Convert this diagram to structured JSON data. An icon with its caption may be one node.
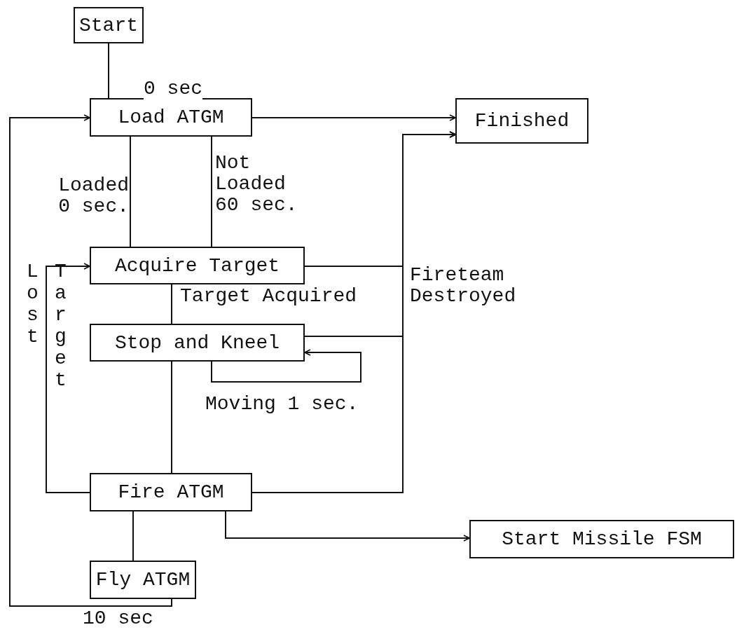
{
  "diagram": {
    "nodes": [
      {
        "text": [
          "Start"
        ]
      },
      {
        "text": [
          "Load ATGM"
        ]
      },
      {
        "text": [
          "Finished"
        ]
      },
      {
        "text": [
          "Acquire Target"
        ]
      },
      {
        "text": [
          "Stop and Kneel"
        ]
      },
      {
        "text": [
          "Fire ATGM"
        ]
      },
      {
        "text": [
          "Start Missile FSM"
        ]
      },
      {
        "text": [
          "Fly ATGM"
        ]
      }
    ],
    "edges": [
      {
        "from": 0,
        "to": 1,
        "arrow": "none",
        "label": "0 sec"
      },
      {
        "from": 1,
        "to": 2,
        "arrow": "to"
      },
      {
        "from": 1,
        "to": 3,
        "arrow": "none",
        "label": "Loaded 0 sec."
      },
      {
        "from": 1,
        "to": 3,
        "arrow": "none",
        "label": "Not Loaded 60 sec."
      },
      {
        "from": 3,
        "to": 4,
        "arrow": "none",
        "label": "Target Acquired"
      },
      {
        "from": 4,
        "to": 4,
        "arrow": "to",
        "label": "Moving 1 sec."
      },
      {
        "from": 4,
        "to": 5,
        "arrow": "none"
      },
      {
        "from": 5,
        "to": 3,
        "arrow": "to",
        "label": "Lost Target"
      },
      {
        "from": 5,
        "to": 2,
        "arrow": "to",
        "label": "Fireteam Destroyed"
      },
      {
        "from": 3,
        "to": 2,
        "arrow": "to"
      },
      {
        "from": 4,
        "to": 2,
        "arrow": "to"
      },
      {
        "from": 5,
        "to": 6,
        "arrow": "to"
      },
      {
        "from": 5,
        "to": 7,
        "arrow": "none"
      },
      {
        "from": 7,
        "to": 1,
        "arrow": "to",
        "label": "10 sec"
      }
    ]
  }
}
